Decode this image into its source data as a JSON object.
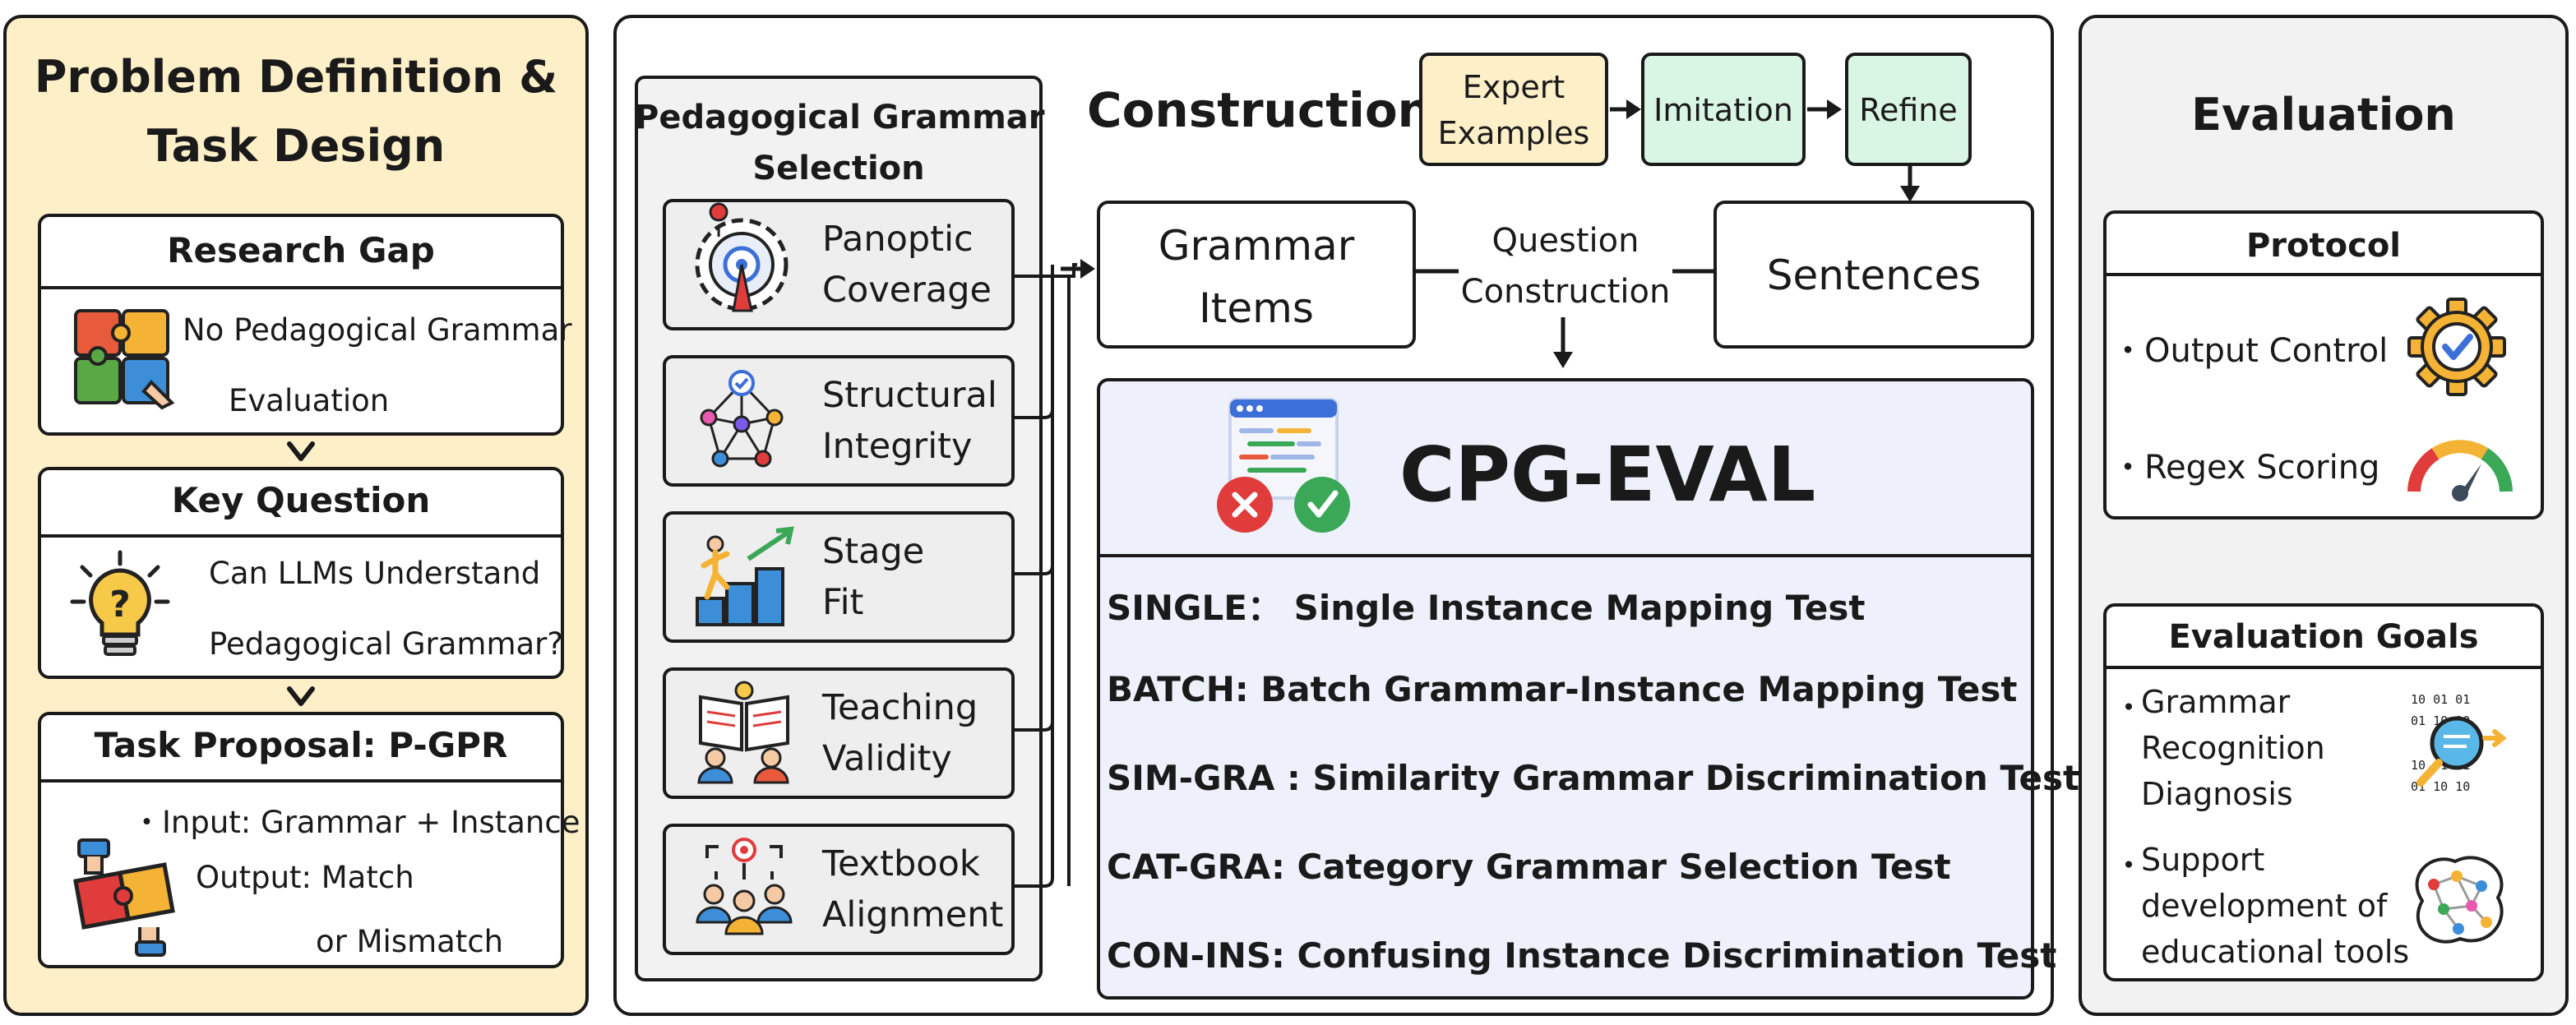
{
  "left_panel": {
    "title_line1": "Problem Definition &",
    "title_line2": "Task Design",
    "research_gap": {
      "header": "Research Gap",
      "line1": "No Pedagogical Grammar",
      "line2": "Evaluation"
    },
    "key_question": {
      "header": "Key Question",
      "line1": "Can LLMs Understand",
      "line2": "Pedagogical Grammar?"
    },
    "task_proposal": {
      "header": "Task Proposal: P-GPR",
      "line1": "・Input: Grammar +  Instance",
      "line2": "Output: Match",
      "line3": "or Mismatch"
    }
  },
  "middle_panel": {
    "selection": {
      "title_line1": "Pedagogical Grammar",
      "title_line2": "Selection",
      "items": [
        {
          "line1": "Panoptic",
          "line2": "Coverage"
        },
        {
          "line1": "Structural",
          "line2": "Integrity"
        },
        {
          "line1": "Stage",
          "line2": "Fit"
        },
        {
          "line1": "Teaching",
          "line2": "Validity"
        },
        {
          "line1": "Textbook",
          "line2": "Alignment"
        }
      ]
    },
    "construction": {
      "title": "Construction",
      "expert_line1": "Expert",
      "expert_line2": "Examples",
      "imitation": "Imitation",
      "refine": "Refine",
      "grammar_items_line1": "Grammar",
      "grammar_items_line2": "Items",
      "question_line1": "Question",
      "question_line2": "Construction",
      "sentences": "Sentences"
    },
    "cpg_eval": {
      "title": "CPG-EVAL",
      "tests": [
        "SINGLE：  Single Instance Mapping Test",
        "BATCH: Batch Grammar-Instance Mapping Test",
        "SIM-GRA : Similarity Grammar Discrimination Test",
        "CAT-GRA: Category Grammar Selection Test",
        "CON-INS: Confusing Instance Discrimination Test"
      ]
    }
  },
  "right_panel": {
    "title": "Evaluation",
    "protocol": {
      "header": "Protocol",
      "item1": "・Output Control",
      "item2": "・Regex Scoring"
    },
    "goals": {
      "header": "Evaluation Goals",
      "g1_line1": "Grammar",
      "g1_line2": "Recognition",
      "g1_line3": "Diagnosis",
      "g2_line1": "Support",
      "g2_line2": "development of",
      "g2_line3": "educational tools",
      "binary_rows": [
        "10 01 01",
        "01 10 10",
        "10 01 01",
        "01 10 10"
      ]
    }
  },
  "colors": {
    "left_panel_bg": "#fdefc7",
    "expert_bg": "#fdf0c8",
    "green_bg": "#d9f5e3",
    "cpg_bg": "#eef1fb",
    "selection_bg": "#f2f2f2",
    "item_bg": "#eeeeee"
  }
}
